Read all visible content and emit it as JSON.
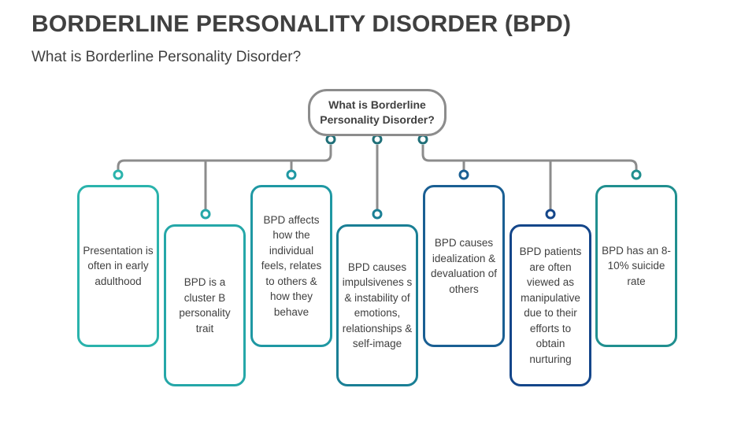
{
  "header": {
    "title": "BORDERLINE PERSONALITY DISORDER (BPD)",
    "subtitle": "What is Borderline Personality Disorder?"
  },
  "diagram": {
    "root_label": "What is Borderline Personality Disorder?",
    "colors": {
      "connector": "#8c8c8c",
      "teal": "#2ab3ac",
      "mid_teal": "#1f98a3",
      "dark_teal": "#1a7f95",
      "blue": "#1a5f93",
      "navy": "#14468a"
    },
    "cards": [
      {
        "text": "Presentation is often in early adulthood",
        "color": "#2ab3ac"
      },
      {
        "text": "BPD is a cluster B personality trait",
        "color": "#25a7a8"
      },
      {
        "text": "BPD affects how the individual feels, relates to others & how they behave",
        "color": "#1f98a3"
      },
      {
        "text": "BPD causes impulsivenes s & instability of emotions, relationships & self-image",
        "color": "#1a7f95"
      },
      {
        "text": "BPD causes idealization & devaluation of others",
        "color": "#1a5f93"
      },
      {
        "text": "BPD patients are often viewed as manipulative due to their efforts to obtain nurturing",
        "color": "#14468a"
      },
      {
        "text": "BPD has an 8-10% suicide rate",
        "color": "#208f8f"
      }
    ]
  }
}
